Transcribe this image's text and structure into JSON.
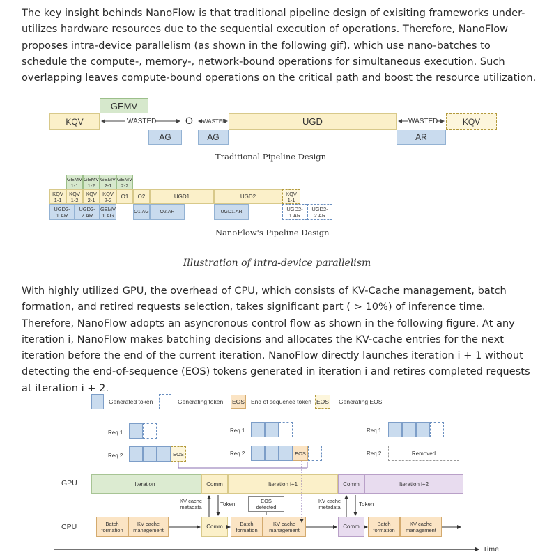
{
  "paragraph1": "The key insight behinds NanoFlow is that traditional pipeline design of exisiting frameworks under-utilizes hardware resources due to the sequential execution of operations. Therefore, NanoFlow proposes intra-device parallelism (as shown in the following gif), which use nano-batches to schedule the compute-, memory-, network-bound operations for simultaneous execution. Such overlapping leaves compute-bound operations on the critical path and boost the resource utilization.",
  "fig1": {
    "gemv": "GEMV",
    "kqv_left": "KQV",
    "wasted1": "WASTED",
    "o": "O",
    "wasted2": "WASTED",
    "ugd": "UGD",
    "wasted3": "WASTED",
    "kqv_right": "KQV",
    "ag1": "AG",
    "ag2": "AG",
    "ar": "AR",
    "traditional_caption": "Traditional Pipeline Design",
    "nano_gemv": [
      "GEMV\n1-1",
      "GEMV\n1-2",
      "GEMV\n2-1",
      "GEMV\n2-2"
    ],
    "nano_kqv": [
      "KQV\n1-1",
      "KQV\n1-2",
      "KQV\n2-1",
      "KQV\n2-2"
    ],
    "o1": "O1",
    "o2": "O2",
    "ugd1": "UGD1",
    "ugd2": "UGD2",
    "kqv11": "KQV\n1-1",
    "ugd2_1ar": "UGD2-\n1.AR",
    "ugd2_2ar": "UGD2-\n2.AR",
    "gemv_1ag": "GEMV\n1.AG",
    "o1ag": "O1.AG",
    "o2ar": "O2.AR",
    "ugd1ar": "UGD1.AR",
    "ugd2_1ar_d": "UGD2-\n1.AR",
    "ugd2_2ar_d": "UGD2-\n2.AR",
    "nano_caption": "NanoFlow's Pipeline Design"
  },
  "caption": "Illustration of intra-device parallelism",
  "paragraph2": "With highly utilized GPU, the overhead of CPU, which consists of KV-Cache management, batch formation, and retired requests selection, takes significant part ( > 10%) of inference time. Therefore, NanoFlow adopts an asyncronous control flow as shown in the following figure. At any iteration i, NanoFlow makes batching decisions and allocates the KV-cache entries for the next iteration before the end of the current iteration. NanoFlow directly launches iteration i + 1 without detecting the end-of-sequence (EOS) tokens generated in iteration i and retires completed requests at iteration i + 2.",
  "fig2": {
    "legend_generated": "Generated token",
    "legend_generating": "Generating token",
    "legend_eos_box": "EOS",
    "legend_eos": "End of sequence token",
    "legend_geos_box": "EOS",
    "legend_geos": "Generating EOS",
    "req1": "Req 1",
    "req2": "Req 2",
    "eos": "EOS",
    "removed": "Removed",
    "gpu": "GPU",
    "cpu": "CPU",
    "iter_i": "Iteration i",
    "comm": "Comm",
    "iter_i1": "Iteration i+1",
    "iter_i2": "Iteration i+2",
    "kv_meta": "KV cache\nmetadata",
    "token": "Token",
    "eos_detected": "EOS\ndetected",
    "batch_formation": "Batch\nformation",
    "kv_mgmt": "KV cache\nmanagement",
    "time": "Time"
  }
}
